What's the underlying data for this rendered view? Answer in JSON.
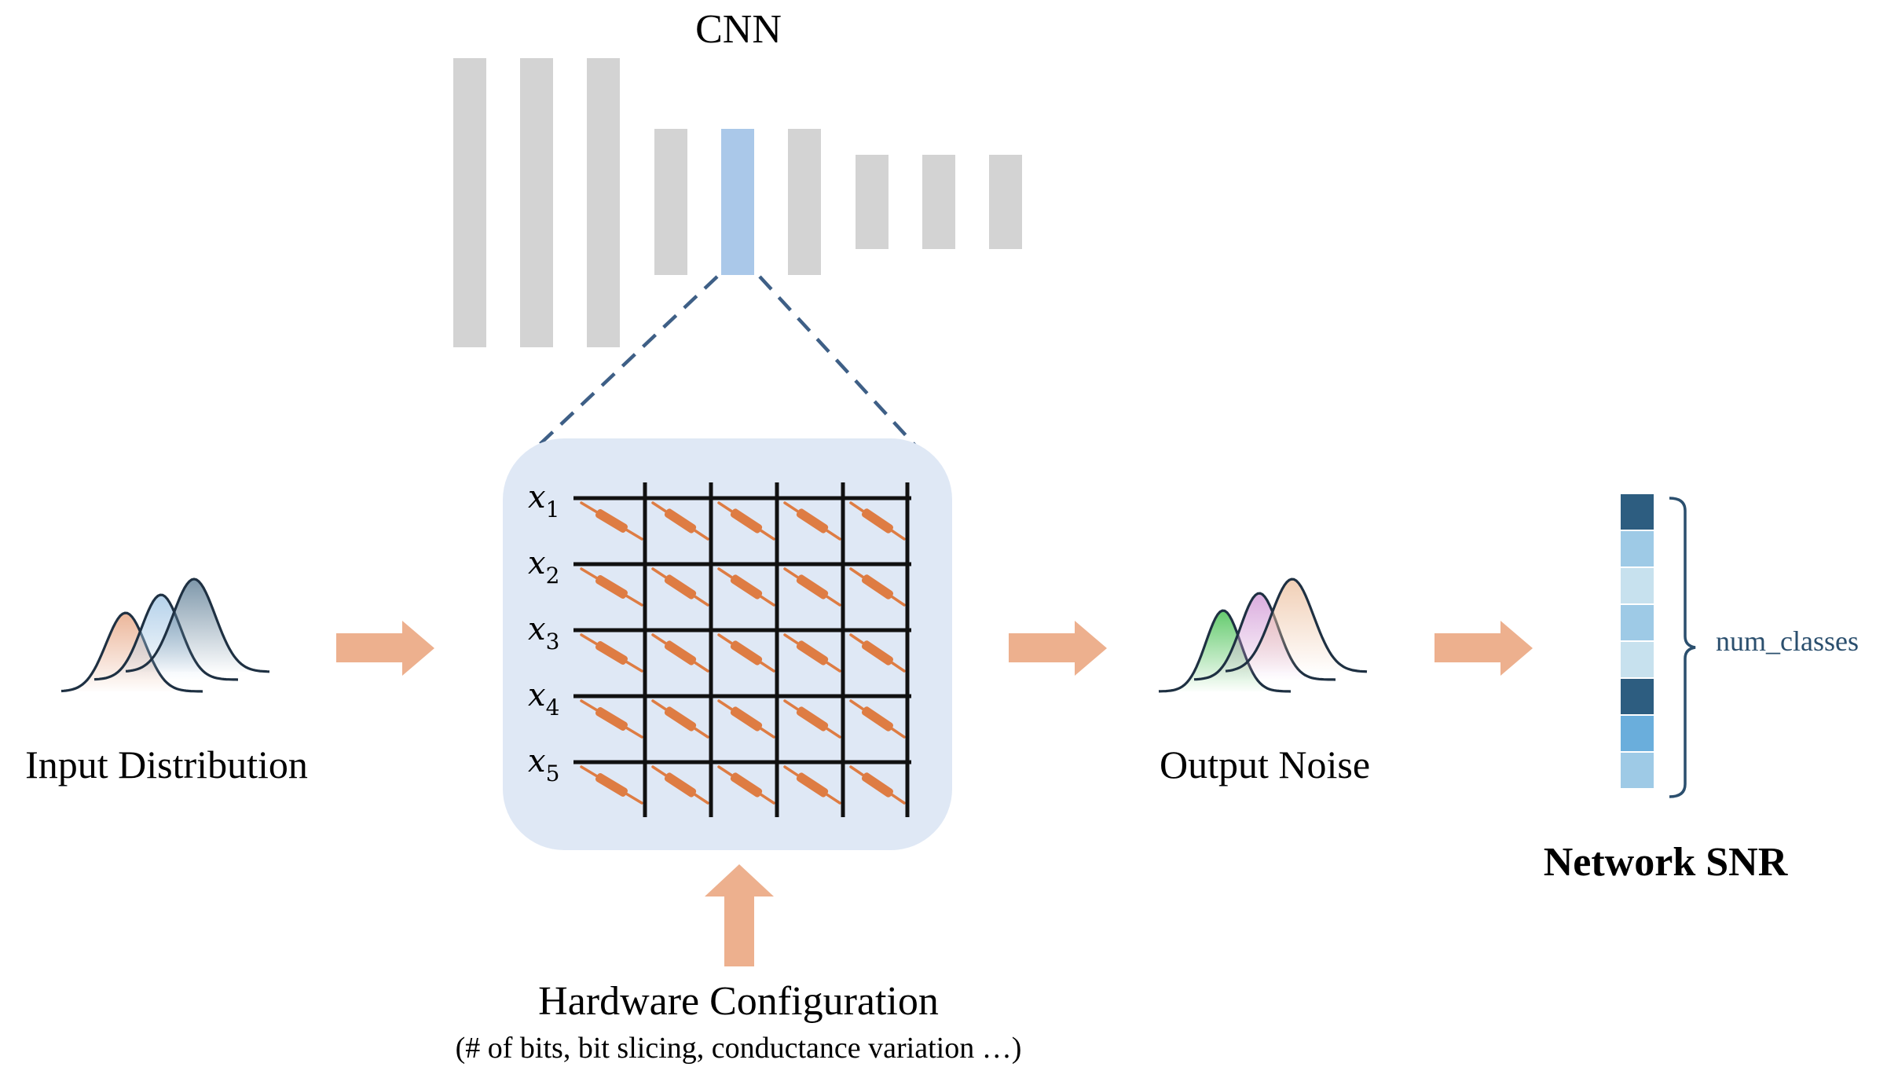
{
  "cnn": {
    "title": "CNN",
    "highlighted_layer_index": 4,
    "layer_colors": {
      "normal": "#d3d3d3",
      "highlight": "#aac8e9"
    }
  },
  "crossbar": {
    "inputs": [
      {
        "var": "x",
        "sub": "1"
      },
      {
        "var": "x",
        "sub": "2"
      },
      {
        "var": "x",
        "sub": "3"
      },
      {
        "var": "x",
        "sub": "4"
      },
      {
        "var": "x",
        "sub": "5"
      }
    ],
    "columns": 5,
    "background_color": "#dfe8f5",
    "resistor_color": "#de7c43",
    "zoom_line_color": "#3e5f86"
  },
  "labels": {
    "input_distribution": "Input Distribution",
    "output_noise": "Output Noise",
    "network_snr": "Network SNR",
    "num_classes": "num_classes",
    "hardware_title": "Hardware Configuration",
    "hardware_subtitle": "(# of bits, bit slicing, conductance variation …)"
  },
  "snr_vector": {
    "cell_colors": [
      "#2d5d80",
      "#9ecae6",
      "#c7e1ee",
      "#9ecae6",
      "#c7e1ee",
      "#2d5d80",
      "#6aaedc",
      "#9ecae6"
    ]
  },
  "arrow_color": "#edb08e",
  "input_curve_colors": [
    "#e8a988",
    "#a7c9e6",
    "#5d7d95"
  ],
  "output_curve_colors": [
    "#5cc866",
    "#d49ed8",
    "#eec6a8"
  ]
}
